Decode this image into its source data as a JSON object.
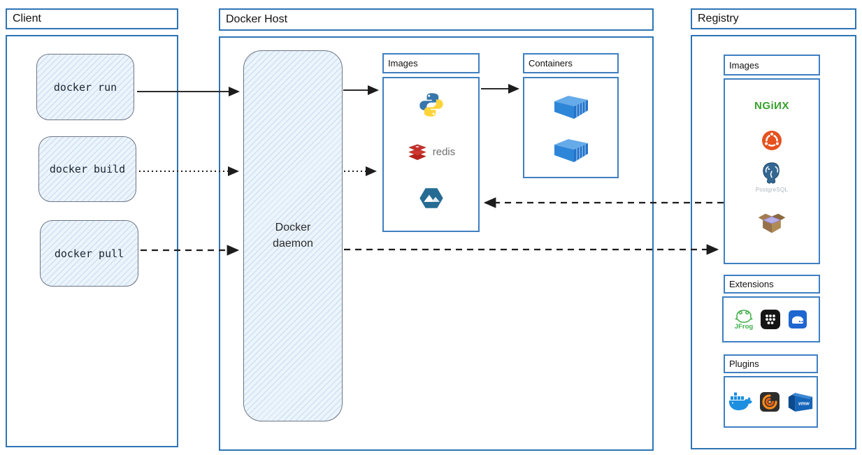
{
  "client": {
    "title": "Client",
    "commands": [
      {
        "label": "docker run"
      },
      {
        "label": "docker build"
      },
      {
        "label": "docker pull"
      }
    ]
  },
  "host": {
    "title": "Docker Host",
    "daemon_label": "Docker daemon",
    "images": {
      "header": "Images",
      "items": [
        "python",
        "redis",
        "alpine"
      ],
      "redis_label": "redis"
    },
    "containers": {
      "header": "Containers",
      "count": 2
    }
  },
  "registry": {
    "title": "Registry",
    "images": {
      "header": "Images",
      "items": [
        "nginx",
        "ubuntu",
        "postgresql",
        "busybox"
      ],
      "nginx_label": "NGiИX",
      "postgresql_label": "PostgreSQL"
    },
    "extensions": {
      "header": "Extensions",
      "items": [
        "jfrog",
        "app-grid",
        "drive"
      ],
      "jfrog_label": "JFrog"
    },
    "plugins": {
      "header": "Plugins",
      "items": [
        "docker-whale",
        "grafana",
        "vmware"
      ],
      "vmware_label": "vmw"
    }
  },
  "colors": {
    "outer_border": "#2e74b5",
    "inner_border": "#3f7fc1",
    "sketch_fill": "#ecf4fc",
    "arrow": "#1c1c1c",
    "nginx_green": "#36a22a",
    "ubuntu_orange": "#e6511f",
    "redis_red": "#c6302b",
    "postgres_blue": "#336791",
    "docker_blue": "#1d8fe1",
    "alpine_blue": "#256b93"
  }
}
